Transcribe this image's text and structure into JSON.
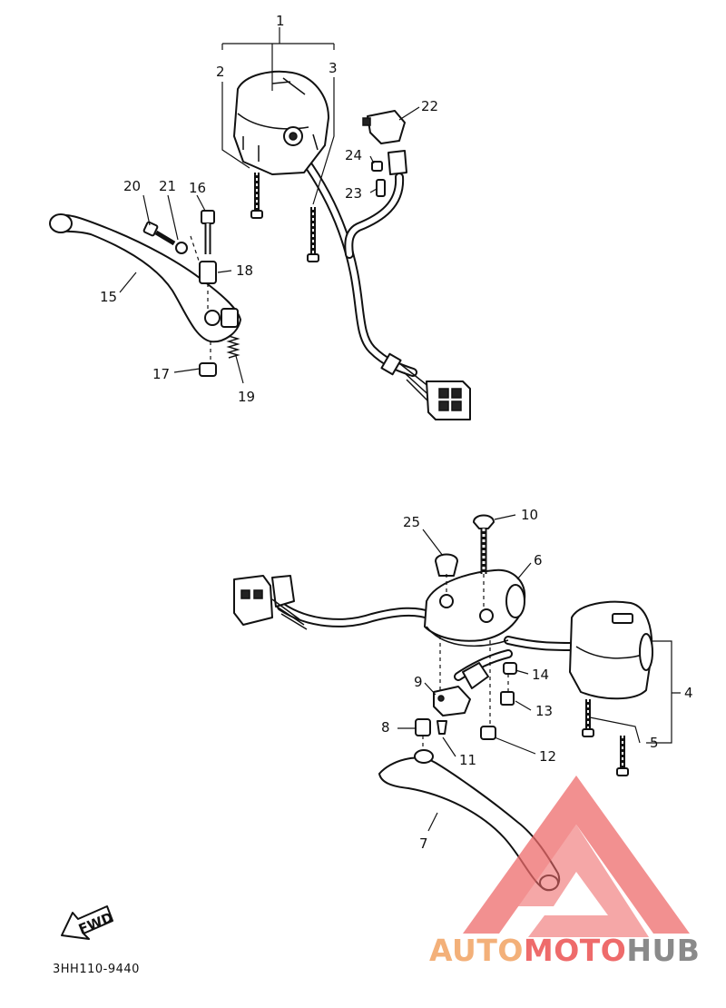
{
  "diagram": {
    "drawing_code": "3HH110-9440",
    "fwd_label": "FWD",
    "callouts": [
      "1",
      "2",
      "3",
      "4",
      "5",
      "6",
      "7",
      "8",
      "9",
      "10",
      "11",
      "12",
      "13",
      "14",
      "15",
      "16",
      "17",
      "18",
      "19",
      "20",
      "21",
      "22",
      "23",
      "24",
      "25"
    ]
  },
  "watermark": {
    "part1": "AUTO",
    "part2": "MOTO",
    "part3": "HUB",
    "color1": "#f3b079",
    "color2": "#ee6b6b",
    "color3": "#8a8a8a"
  }
}
